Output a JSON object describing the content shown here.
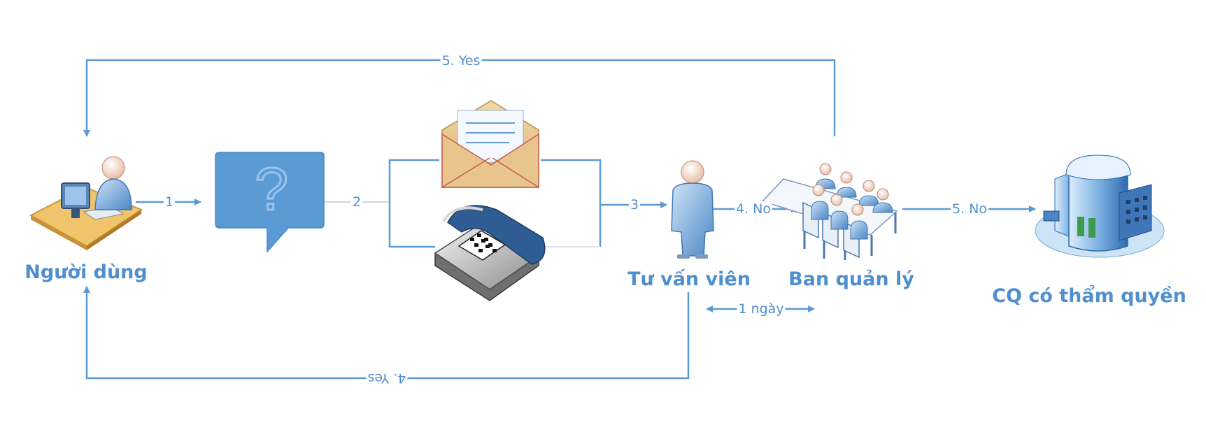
{
  "colors": {
    "line": "#5b9bd5",
    "label": "#4f8fcf"
  },
  "nodes": {
    "user": {
      "label": "Người dùng",
      "icon": "user-at-computer-icon"
    },
    "question": {
      "label": "",
      "icon": "question-speech-bubble-icon"
    },
    "email": {
      "label": "",
      "icon": "envelope-letter-icon"
    },
    "phone": {
      "label": "",
      "icon": "telephone-icon"
    },
    "consultant": {
      "label": "Tư vấn viên",
      "icon": "standing-person-icon"
    },
    "board": {
      "label": "Ban quản lý",
      "icon": "meeting-table-group-icon"
    },
    "authority": {
      "label": "CQ có thẩm quyền",
      "icon": "office-building-icon"
    }
  },
  "edges": {
    "step1": "1",
    "step2": "2",
    "step3": "3",
    "step4_no": "4. No",
    "step4_yes": "4. Yes",
    "step5_no": "5. No",
    "step5_yes": "5. Yes",
    "duration": "1 ngày"
  }
}
